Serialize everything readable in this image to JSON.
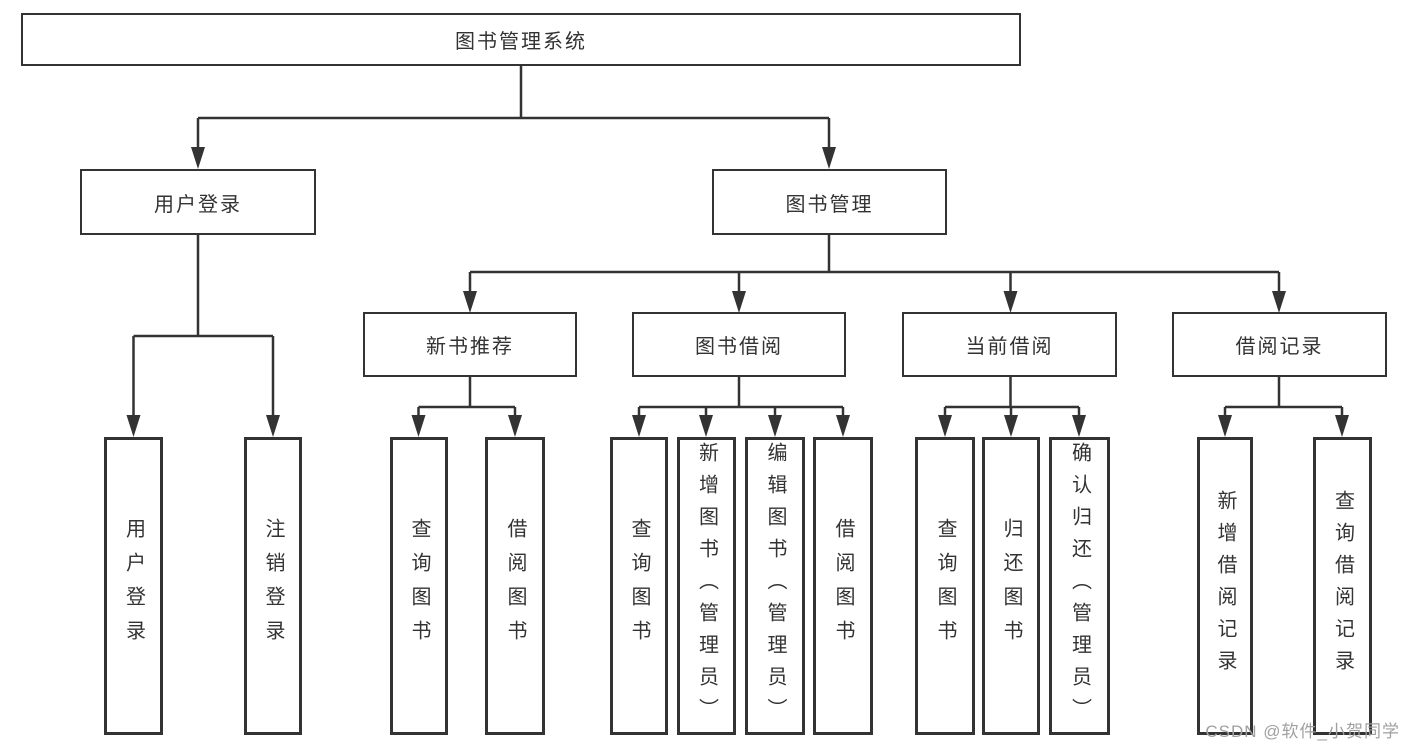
{
  "root": {
    "label": "图书管理系统"
  },
  "user_branch": {
    "label": "用户登录",
    "children": [
      {
        "label": "用户登录"
      },
      {
        "label": "注销登录"
      }
    ]
  },
  "book_branch": {
    "label": "图书管理",
    "sections": [
      {
        "label": "新书推荐",
        "children": [
          {
            "label": "查询图书"
          },
          {
            "label": "借阅图书"
          }
        ]
      },
      {
        "label": "图书借阅",
        "children": [
          {
            "label": "查询图书"
          },
          {
            "label": "新增图书（管理员）"
          },
          {
            "label": "编辑图书（管理员）"
          },
          {
            "label": "借阅图书"
          }
        ]
      },
      {
        "label": "当前借阅",
        "children": [
          {
            "label": "查询图书"
          },
          {
            "label": "归还图书"
          },
          {
            "label": "确认归还（管理员）"
          }
        ]
      },
      {
        "label": "借阅记录",
        "children": [
          {
            "label": "新增借阅记录"
          },
          {
            "label": "查询借阅记录"
          }
        ]
      }
    ]
  },
  "watermark": "CSDN @软件_小贺同学",
  "colors": {
    "line": "#333333",
    "text": "#333333",
    "watermark": "#a0a0a0",
    "background": "#ffffff"
  }
}
